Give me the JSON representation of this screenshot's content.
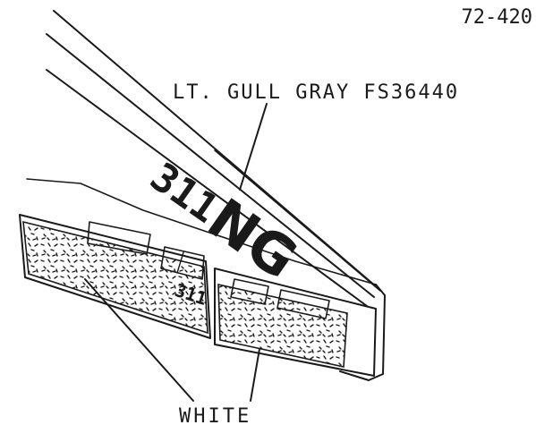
{
  "drawing": {
    "reference_number": "72-420",
    "callouts": {
      "top_color": "LT. GULL GRAY FS36440",
      "bottom_color": "WHITE"
    },
    "wing_markings": {
      "modex_large": "311",
      "tail_code": "NG",
      "modex_small": "311"
    },
    "colors": {
      "ink": "#1a1a1a",
      "paper": "#ffffff",
      "white_area_speckle": "#1a1a1a"
    }
  }
}
